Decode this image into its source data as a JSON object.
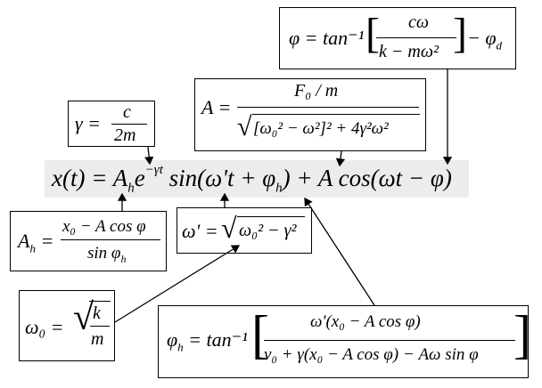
{
  "main_equation": {
    "lhs": "x(t) = ",
    "amp": "A",
    "amp_sub": "h",
    "exp_base": "e",
    "exp_power": "−γt",
    "sin_part": " sin(ω't + φ",
    "sin_sub": "h",
    "tail": ") + A cos(ωt − φ)"
  },
  "gamma_box": {
    "lhs": "γ =",
    "num": "c",
    "den": "2m"
  },
  "A_box": {
    "lhs": "A =",
    "num": "F₀ / m",
    "den_sq_1": "[ω₀² − ω²]²",
    "den_sq_2": " + 4γ²ω²"
  },
  "phi_box": {
    "lhs": "φ = tan⁻¹",
    "num": "cω",
    "den": "k − mω²",
    "tail": "− φ",
    "tail_sub": "d"
  },
  "Ah_box": {
    "lhs": "A",
    "lhs_sub": "h",
    "eq": " =",
    "num": "x₀ − A cos φ",
    "den": "sin φ",
    "den_sub": "h"
  },
  "omega_prime_box": {
    "lhs": "ω' =",
    "rad": "ω₀² − γ²"
  },
  "omega0_box": {
    "lhs": "ω₀ =",
    "num": "k",
    "den": "m"
  },
  "phih_box": {
    "lhs": "φ",
    "lhs_sub": "h",
    "eq": " = tan⁻¹",
    "num": "ω'(x₀ − A cos φ)",
    "den": "v₀ + γ(x₀ − A cos φ) − Aω sin φ"
  }
}
